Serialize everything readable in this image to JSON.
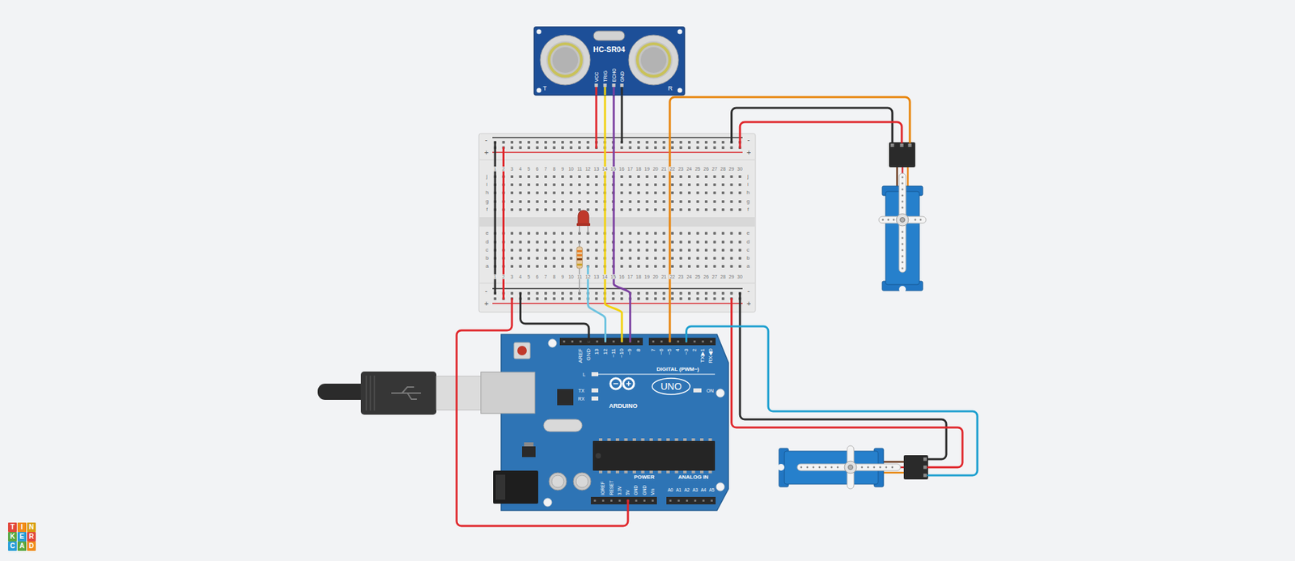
{
  "diagram": {
    "nodes": [
      {
        "text": [
          "HC-SR04"
        ]
      },
      {
        "text": [
          "ARDUINO"
        ]
      },
      {
        "text": [
          "UNO"
        ],
        "in": 1
      },
      {
        "text": [
          "T"
        ]
      },
      {
        "text": [
          "I"
        ]
      },
      {
        "text": [
          "N"
        ]
      },
      {
        "text": [
          "K"
        ]
      },
      {
        "text": [
          "E"
        ]
      },
      {
        "text": [
          "R"
        ]
      },
      {
        "text": [
          "C"
        ]
      },
      {
        "text": [
          "A"
        ]
      },
      {
        "text": [
          "D"
        ]
      }
    ],
    "edges": [
      {
        "from": 0,
        "to": 1,
        "arrow": "none"
      },
      {
        "from": 0,
        "to": 1,
        "arrow": "none"
      }
    ],
    "labels": [
      "VCC",
      "TRIG",
      "ECHO",
      "GND",
      "T",
      "R",
      "-",
      "+",
      "-",
      "+",
      "-",
      "+",
      "-",
      "+",
      "j",
      "i",
      "h",
      "g",
      "f",
      "j",
      "i",
      "h",
      "g",
      "f",
      "e",
      "d",
      "c",
      "b",
      "a",
      "e",
      "d",
      "c",
      "b",
      "a",
      "1",
      "2",
      "3",
      "4",
      "5",
      "6",
      "7",
      "8",
      "9",
      "10",
      "11",
      "12",
      "13",
      "14",
      "15",
      "16",
      "17",
      "18",
      "19",
      "20",
      "21",
      "22",
      "23",
      "24",
      "25",
      "26",
      "27",
      "28",
      "29",
      "30",
      "1",
      "2",
      "3",
      "4",
      "5",
      "6",
      "7",
      "8",
      "9",
      "10",
      "11",
      "12",
      "13",
      "14",
      "15",
      "16",
      "17",
      "18",
      "19",
      "20",
      "21",
      "22",
      "23",
      "24",
      "25",
      "26",
      "27",
      "28",
      "29",
      "30",
      "AREF",
      "GND",
      "13",
      "12",
      "~11",
      "~10",
      "~9",
      "8",
      "7",
      "~6",
      "~5",
      "4",
      "~3",
      "2",
      "TX▶1",
      "RX◀0",
      "DIGITAL (PWM~)",
      "L",
      "TX",
      "RX",
      "ON",
      "IOREF",
      "RESET",
      "3.3V",
      "5V",
      "GND",
      "GND",
      "Vin",
      "POWER",
      "ANALOG IN",
      "A0",
      "A1",
      "A2",
      "A3",
      "A4",
      "A5"
    ]
  }
}
